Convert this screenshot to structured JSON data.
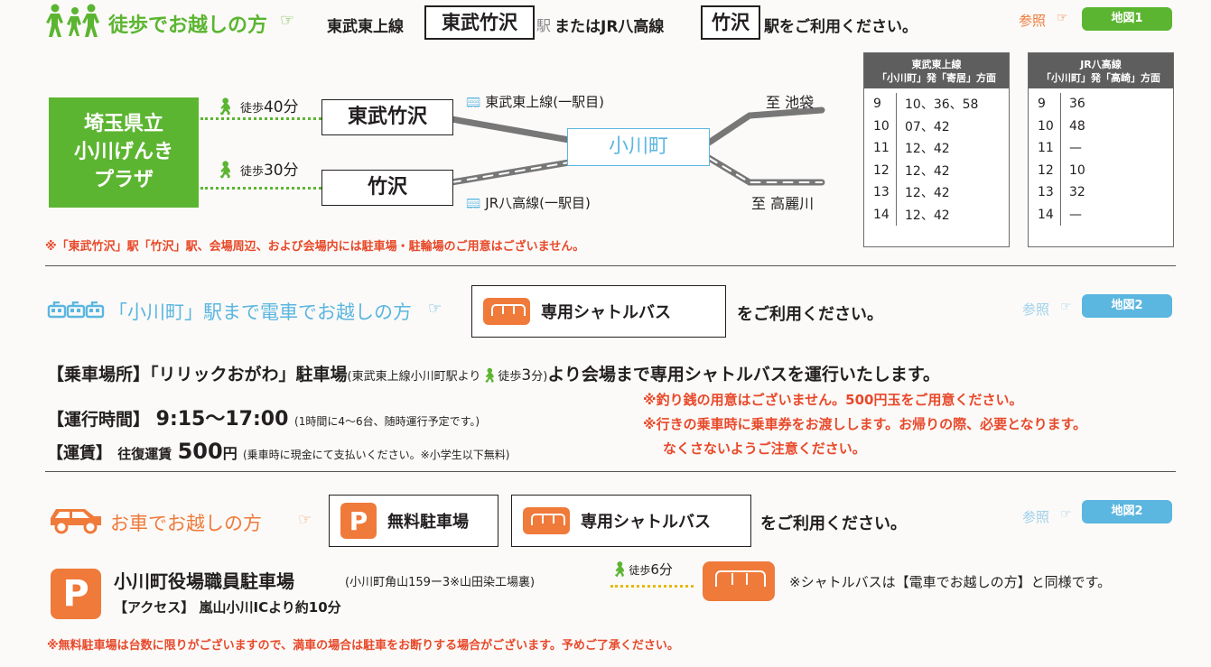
{
  "walk": {
    "title": "徒歩でお越しの方",
    "pointer": "☞",
    "line1_label": "東武東上線",
    "station1": "東武竹沢",
    "eki": "駅",
    "or_jr": "またはJR八高線",
    "station2": "竹沢",
    "use": "駅をご利用ください。",
    "ref": "参照",
    "map": "地図1",
    "venue": [
      "埼玉県立",
      "小川げんき",
      "プラザ"
    ],
    "walk_label": "徒歩",
    "walk_time1": "40分",
    "walk_time2": "30分",
    "box_station1": "東武竹沢",
    "box_station2": "竹沢",
    "line_tobu": "東武東上線(一駅目)",
    "line_jr": "JR八高線(一駅目)",
    "hub": "小川町",
    "to_ikebukuro": "至 池袋",
    "to_komagawa": "至 高麗川",
    "notice": "※「東武竹沢」駅「竹沢」駅、会場周辺、および会場内には駐車場・駐輪場のご用意はございません。"
  },
  "timetables": [
    {
      "head1": "東武東上線",
      "head2": "「小川町」発「寄居」方面",
      "rows": [
        {
          "h": "9",
          "m": "10、36、58"
        },
        {
          "h": "10",
          "m": "07、42"
        },
        {
          "h": "11",
          "m": "12、42"
        },
        {
          "h": "12",
          "m": "12、42"
        },
        {
          "h": "13",
          "m": "12、42"
        },
        {
          "h": "14",
          "m": "12、42"
        }
      ]
    },
    {
      "head1": "JR八高線",
      "head2": "「小川町」発「高崎」方面",
      "rows": [
        {
          "h": "9",
          "m": "36"
        },
        {
          "h": "10",
          "m": "48"
        },
        {
          "h": "11",
          "m": "—"
        },
        {
          "h": "12",
          "m": "10"
        },
        {
          "h": "13",
          "m": "32"
        },
        {
          "h": "14",
          "m": "—"
        }
      ]
    }
  ],
  "train": {
    "title": "「小川町」駅まで電車でお越しの方",
    "pointer": "☞",
    "shuttle": "専用シャトルバス",
    "use": "をご利用ください。",
    "ref": "参照",
    "map": "地図2",
    "boarding_head": "【乗車場所】",
    "boarding_place": "「リリックおがわ」駐車場",
    "boarding_sub": "(東武東上線小川町駅より",
    "boarding_walk": "徒歩",
    "boarding_min": "3",
    "boarding_fen": "分)",
    "boarding_tail": "より会場まで専用シャトルバスを運行いたします。",
    "hours_head": "【運行時間】",
    "hours": "9:15〜17:00",
    "hours_sub": "(1時間に4〜6台、随時運行予定です。)",
    "fare_head": "【運賃】",
    "fare_label": "往復運賃",
    "fare_amount": "500",
    "fare_yen": "円",
    "fare_sub": "(乗車時に現金にて支払いください。※小学生以下無料)",
    "note1": "※釣り銭の用意はございません。500円玉をご用意ください。",
    "note2": "※行きの乗車時に乗車券をお渡しします。お帰りの際、必要となります。",
    "note3": "なくさないようご注意ください。"
  },
  "car": {
    "title": "お車でお越しの方",
    "pointer": "☞",
    "parking": "無料駐車場",
    "shuttle": "専用シャトルバス",
    "use": "をご利用ください。",
    "ref": "参照",
    "map": "地図2",
    "p_letter": "P",
    "lot_name": "小川町役場職員駐車場",
    "lot_addr": "(小川町角山159ー3※山田染工場裏)",
    "walk_label": "徒歩",
    "walk_time": "6分",
    "shuttle_note": "※シャトルバスは【電車でお越しの方】と同様です。",
    "access_head": "【アクセス】",
    "access": "嵐山小川ICより約10分",
    "notice": "※無料駐車場は台数に限りがございますので、満車の場合は駐車をお断りする場合がございます。予めご了承ください。"
  }
}
